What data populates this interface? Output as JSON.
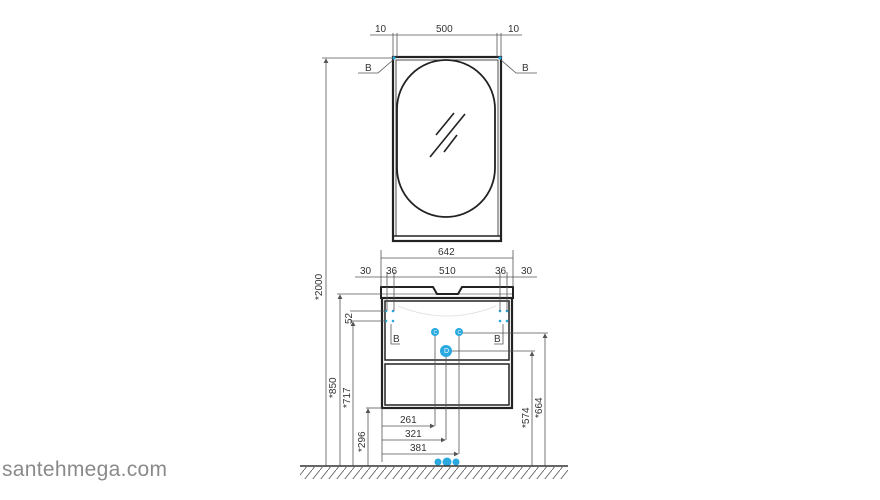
{
  "mirror": {
    "dims_top": {
      "left_margin": "10",
      "width": "500",
      "right_margin": "10"
    },
    "mount_label_left": "B",
    "mount_label_right": "B",
    "total_height": "*2000"
  },
  "cabinet": {
    "overall_width": "642",
    "dims_row": [
      "30",
      "36",
      "510",
      "36",
      "30"
    ],
    "mount_spacing": "52",
    "mount_label_left": "B",
    "mount_label_right": "B",
    "height_top": "*850",
    "height_mount": "*717",
    "height_bottom": "*296",
    "height_drain": "*574",
    "height_water": "*664",
    "offset_c_left": "261",
    "offset_d": "321",
    "offset_c_right": "381",
    "connector_c": "C",
    "connector_d": "D"
  },
  "colors": {
    "connector": "#29a9e0",
    "line": "#222222"
  },
  "watermark": "santehmega.com"
}
